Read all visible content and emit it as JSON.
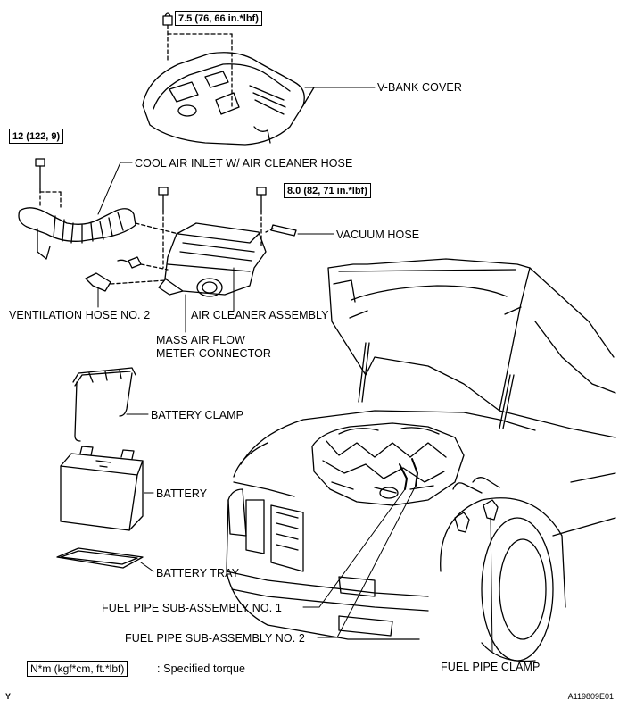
{
  "torque_specs": {
    "vbank_bolt": "7.5 (76, 66 in.*lbf)",
    "inlet_bolt": "12 (122, 9)",
    "cleaner_bolt": "8.0 (82, 71 in.*lbf)"
  },
  "labels": {
    "vbank_cover": "V-BANK COVER",
    "cool_air_inlet": "COOL AIR INLET W/ AIR CLEANER HOSE",
    "vacuum_hose": "VACUUM HOSE",
    "ventilation_hose": "VENTILATION HOSE NO. 2",
    "air_cleaner_assembly": "AIR CLEANER ASSEMBLY",
    "maf_connector_line1": "MASS AIR FLOW",
    "maf_connector_line2": "METER CONNECTOR",
    "battery_clamp": "BATTERY CLAMP",
    "battery": "BATTERY",
    "battery_tray": "BATTERY TRAY",
    "fuel_pipe_1": "FUEL PIPE SUB-ASSEMBLY NO. 1",
    "fuel_pipe_2": "FUEL PIPE SUB-ASSEMBLY NO. 2",
    "fuel_pipe_clamp": "FUEL PIPE CLAMP"
  },
  "legend": {
    "unit_box": "N*m (kgf*cm, ft.*lbf)",
    "text": ": Specified torque"
  },
  "footer": {
    "left_mark": "Y",
    "figure_id": "A119809E01"
  }
}
